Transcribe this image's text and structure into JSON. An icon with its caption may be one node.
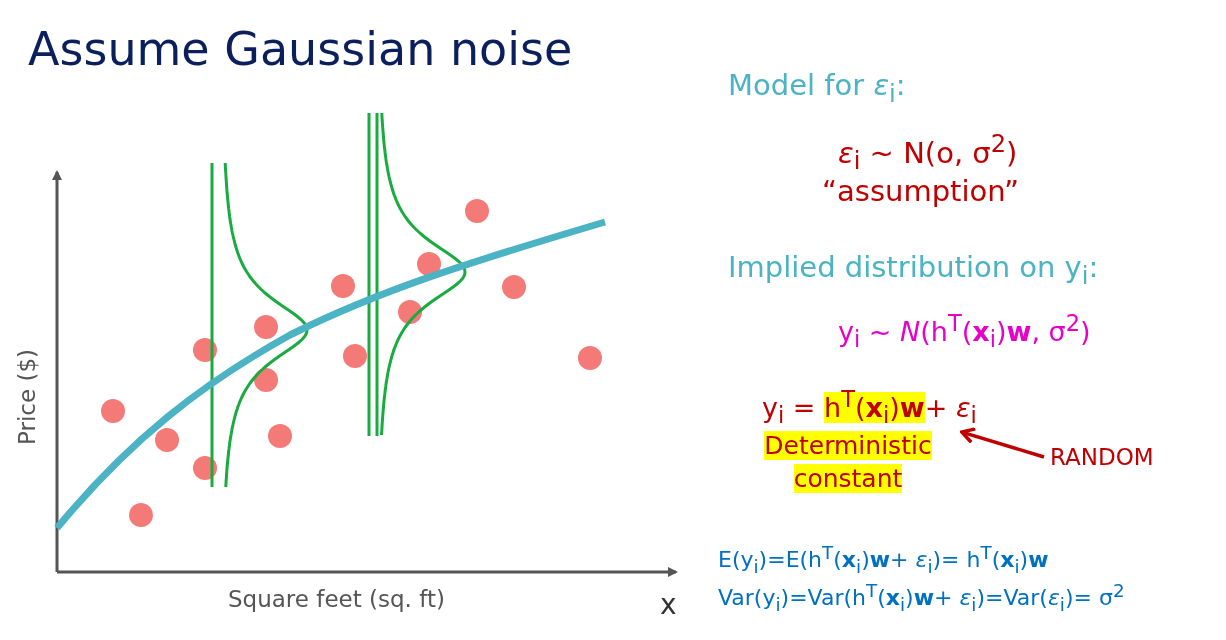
{
  "diagram": {
    "title": "Assume Gaussian noise",
    "nodes": [
      {
        "text": [
          "y$_{i}$ = ",
          "h$^{T}$(**x**$_{i}$)**w**",
          "+ *ε*$_{i}$"
        ]
      },
      {
        "text": [
          "Deterministic constant"
        ]
      },
      {
        "text": [
          "RANDOM"
        ]
      }
    ],
    "edges": [
      {
        "from": 2,
        "to": 0,
        "arrow": "to"
      }
    ],
    "labels": [
      "Model for *ε*$_{i}$:",
      "*ε*$_{i}$ ~ N(o, σ$^{2}$)",
      "“assumption”",
      "Implied distribution on y$_{i}$:",
      "y$_{i}$ ~ *N*(h$^{T}$(**x**$_{i}$)**w**, σ$^{2}$)",
      "Price ($)",
      "Square feet (sq. ft)",
      "x",
      "E(y$_{i}$)=E(h$^{T}$(**x**$_{i}$)**w**+ *ε*$_{i}$)= h$^{T}$(**x**$_{i}$)**w**",
      "Var(y$_{i}$)=Var(h$^{T}$(**x**$_{i}$)**w**+ *ε*$_{i}$)=Var(*ε*$_{i}$)= σ$^{2}$"
    ]
  }
}
